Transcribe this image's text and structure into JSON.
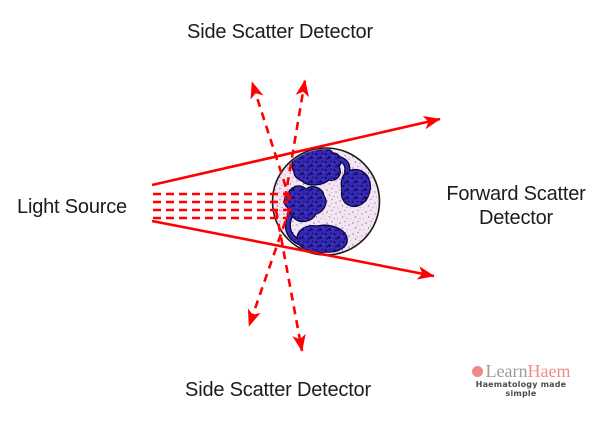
{
  "diagram": {
    "labels": {
      "side_scatter_top": "Side Scatter Detector",
      "light_source": "Light Source",
      "forward_scatter": "Forward Scatter Detector",
      "side_scatter_bottom": "Side Scatter Detector"
    },
    "colors": {
      "ray_red": "#ff0000",
      "label_text": "#1c1c1c",
      "cell_cytoplasm": "#f3e6f3",
      "cell_cytoplasm_speckle": "#b76ab7",
      "cell_nucleus": "#3629b4",
      "cell_outline": "#1b1b1b"
    }
  },
  "logo": {
    "name_gray": "Learn",
    "name_accent": "Haem",
    "tagline": "Haematology made simple",
    "accent_color": "#ef8888",
    "gray_color": "#9b9b9b"
  }
}
